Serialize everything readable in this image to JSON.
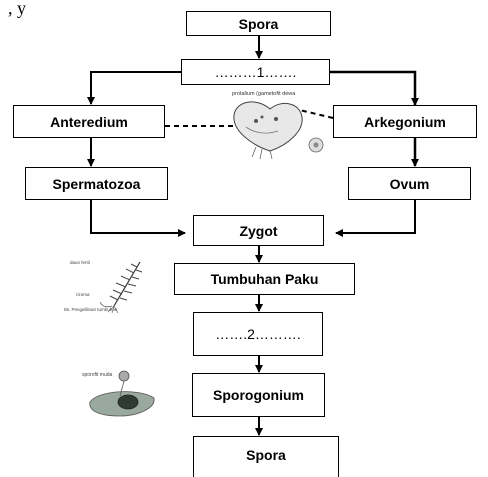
{
  "top_fragment": ", y",
  "nodes": {
    "spora_top": "Spora",
    "blank1": "………1…….",
    "anteridium": "Anteredium",
    "arkegonium": "Arkegonium",
    "spermatozoa": "Spermatozoa",
    "ovum": "Ovum",
    "zygot": "Zygot",
    "tumbuhan_paku": "Tumbuhan Paku",
    "blank2": "…….2……….",
    "sporogonium": "Sporogonium",
    "spora_bottom": "Spora"
  },
  "illustrations": {
    "prothallium": {
      "label": "protalium (gametofit dewa"
    },
    "fern": {
      "caption": "55. Pengelilinan tumbuhan"
    },
    "sporogonium": {
      "label": "sporofit muda"
    }
  },
  "colors": {
    "line": "#000000",
    "box_border": "#000000"
  }
}
